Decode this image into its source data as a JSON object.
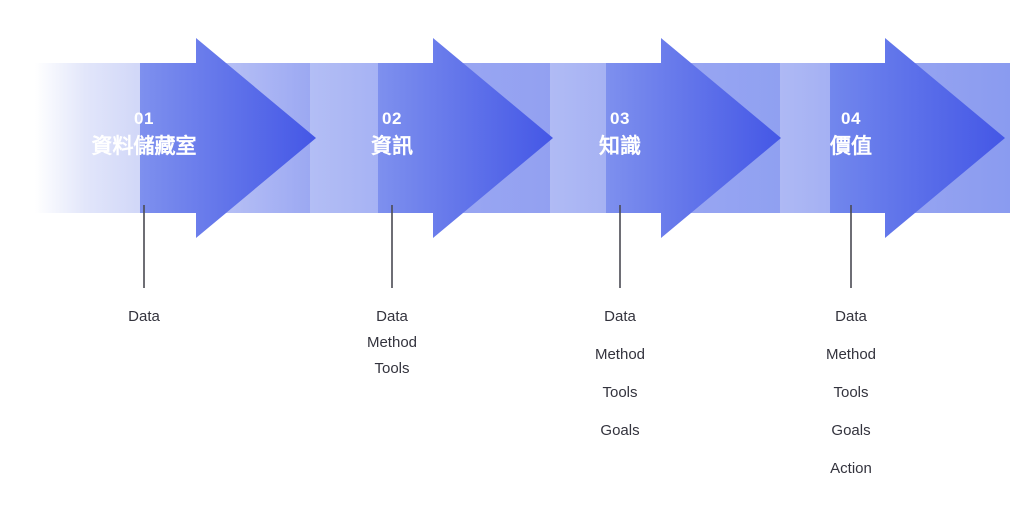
{
  "diagram": {
    "type": "process-arrow-chevron",
    "background_color": "#ffffff",
    "arrow_color_light": "#c3cbf5",
    "arrow_color_mid": "#8e9cf0",
    "arrow_color_dark": "#4f63e8",
    "text_color_on_arrow": "#ffffff",
    "detail_text_color": "#33333d",
    "connector_color": "#4a4a52",
    "stages": [
      {
        "number": "01",
        "title": "資料儲藏室",
        "details": [
          "Data"
        ]
      },
      {
        "number": "02",
        "title": "資訊",
        "details": [
          "Data",
          "Method",
          "Tools"
        ]
      },
      {
        "number": "03",
        "title": "知識",
        "details": [
          "Data",
          "Method",
          "Tools",
          "Goals"
        ]
      },
      {
        "number": "04",
        "title": "價值",
        "details": [
          "Data",
          "Method",
          "Tools",
          "Goals",
          "Action"
        ]
      }
    ]
  }
}
